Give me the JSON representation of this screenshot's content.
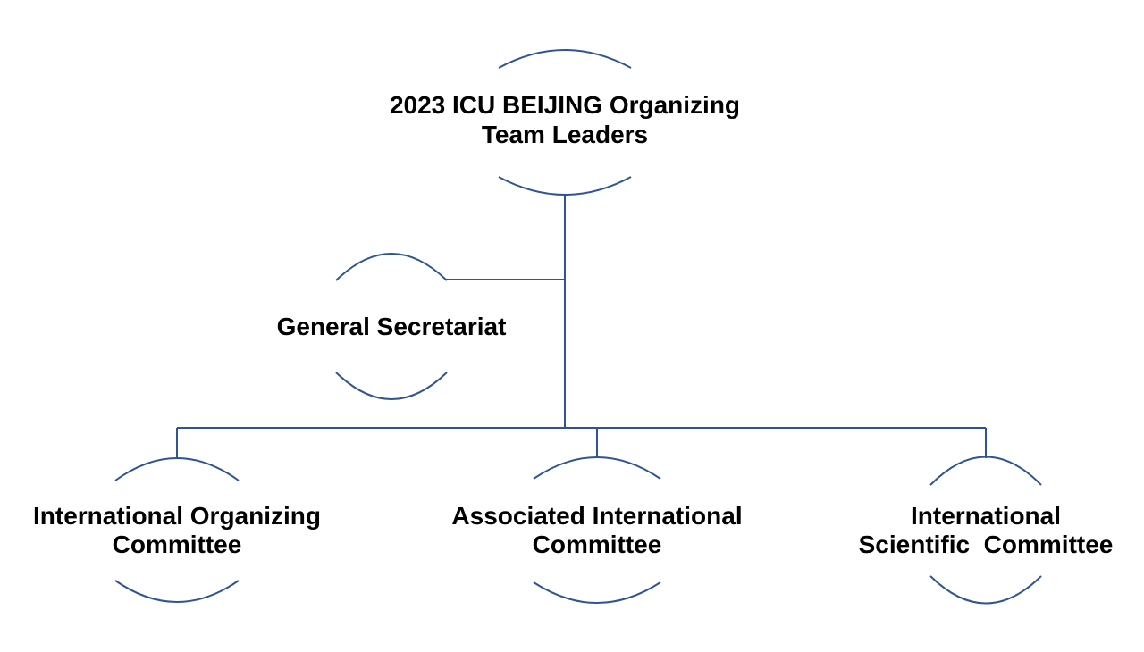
{
  "colors": {
    "line": "#2F5496",
    "text": "#000000",
    "background": "#FFFFFF"
  },
  "nodes": {
    "root": {
      "line1": "2023 ICU BEIJING Organizing",
      "line2": "Team Leaders"
    },
    "secretariat": {
      "line1": "General Secretariat"
    },
    "committee_organizing": {
      "line1": "International Organizing",
      "line2": "Committee"
    },
    "committee_associated": {
      "line1": "Associated International",
      "line2": "Committee"
    },
    "committee_scientific": {
      "line1": "International",
      "line2": "Scientific  Committee"
    }
  }
}
